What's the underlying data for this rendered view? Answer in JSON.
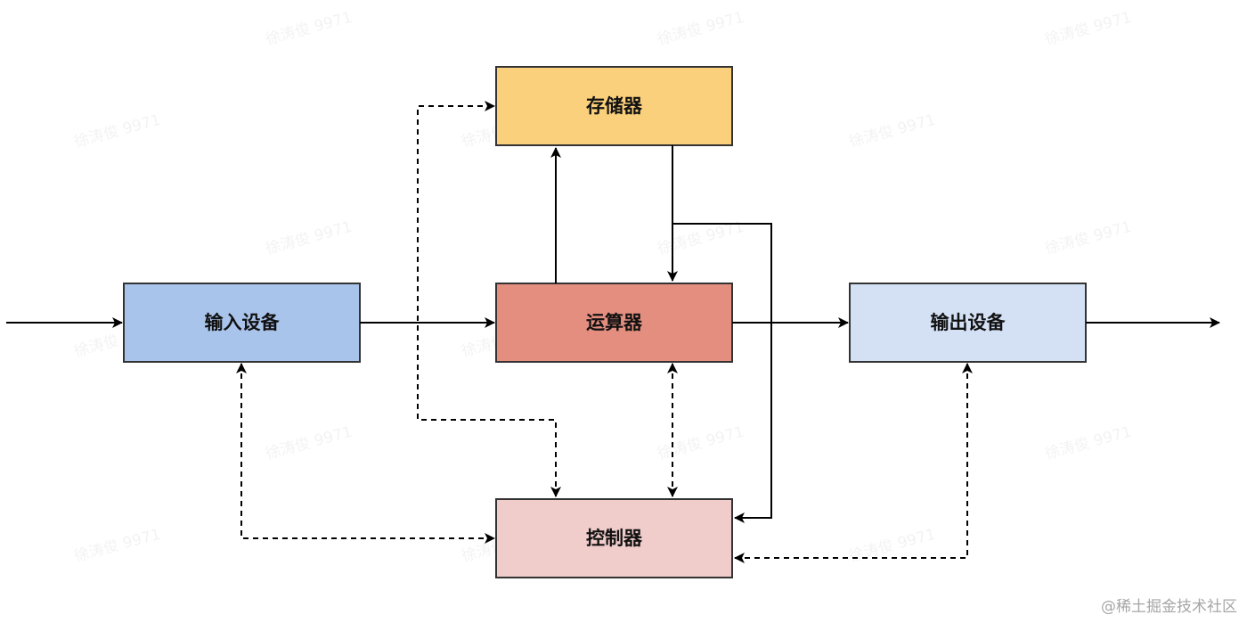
{
  "nodes": {
    "input": {
      "label": "输入设备",
      "fill": "#a9c4eb"
    },
    "memory": {
      "label": "存储器",
      "fill": "#fbd07c"
    },
    "alu": {
      "label": "运算器",
      "fill": "#e48e80"
    },
    "output": {
      "label": "输出设备",
      "fill": "#d4e1f5"
    },
    "control": {
      "label": "控制器",
      "fill": "#f0cccb"
    }
  },
  "watermark": {
    "text": "徐涛俊 9971"
  },
  "corner_mark": {
    "text": "@稀土掘金技术社区"
  },
  "colors": {
    "stroke": "#000000",
    "node_border": "#333333"
  }
}
